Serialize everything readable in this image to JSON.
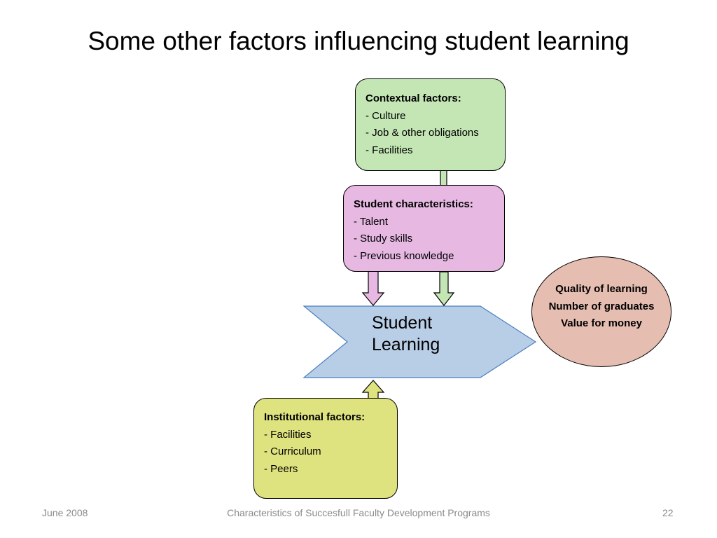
{
  "slide": {
    "title": "Some other factors influencing student learning"
  },
  "contextual_factors": {
    "heading": "Contextual factors:",
    "items": [
      "- Culture",
      "- Job & other obligations",
      "- Facilities"
    ]
  },
  "student_characteristics": {
    "heading": "Student characteristics:",
    "items": [
      "- Talent",
      "- Study skills",
      "- Previous knowledge"
    ]
  },
  "student_learning": {
    "line1": "Student",
    "line2": "Learning"
  },
  "institutional_factors": {
    "heading": "Institutional factors:",
    "items": [
      "- Facilities",
      "- Curriculum",
      "- Peers"
    ]
  },
  "outcomes": {
    "items": [
      "Quality of learning",
      "Number of graduates",
      "Value for money"
    ]
  },
  "footer": {
    "date": "June 2008",
    "center": "Characteristics of Succesfull Faculty Development Programs",
    "page": "22"
  },
  "colors": {
    "contextual_fill": "#c3e6b4",
    "student_fill": "#e6b8e2",
    "institutional_fill": "#dfe37f",
    "outcome_fill": "#e6bdb1",
    "learning_fill": "#b8cde6",
    "learning_stroke": "#4a7fc1"
  }
}
